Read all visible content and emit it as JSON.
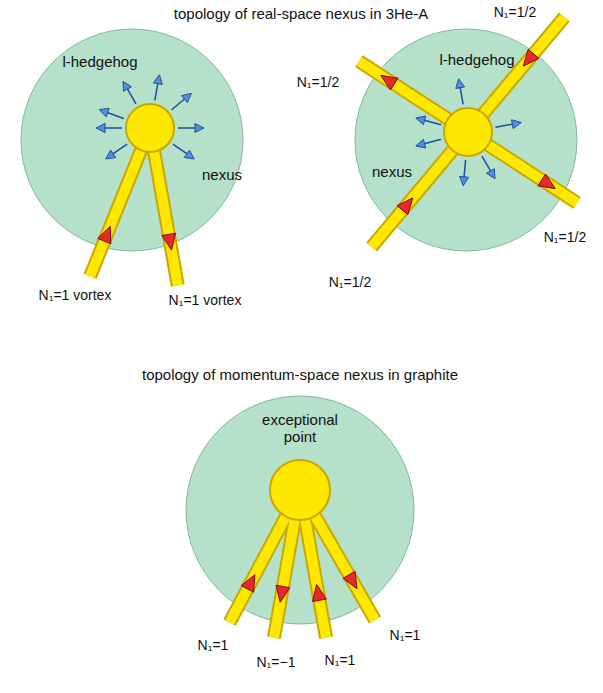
{
  "diagram": {
    "title": "topology of real-space nexus in 3He-A",
    "nodes": [
      {
        "text": [
          "l-hedgehog",
          "nexus"
        ]
      },
      {
        "text": [
          "l-hedgehog",
          "nexus"
        ]
      },
      {
        "text": [
          "exceptional point"
        ]
      }
    ],
    "labels": [
      "N₁=1 vortex",
      "N₁=1 vortex",
      "N₁=1/2",
      "N₁=1/2",
      "N₁=1/2",
      "N₁=1/2",
      "topology of momentum-space nexus in graphite",
      "N₁=1",
      "N₁=−1",
      "N₁=1",
      "N₁=1"
    ]
  }
}
